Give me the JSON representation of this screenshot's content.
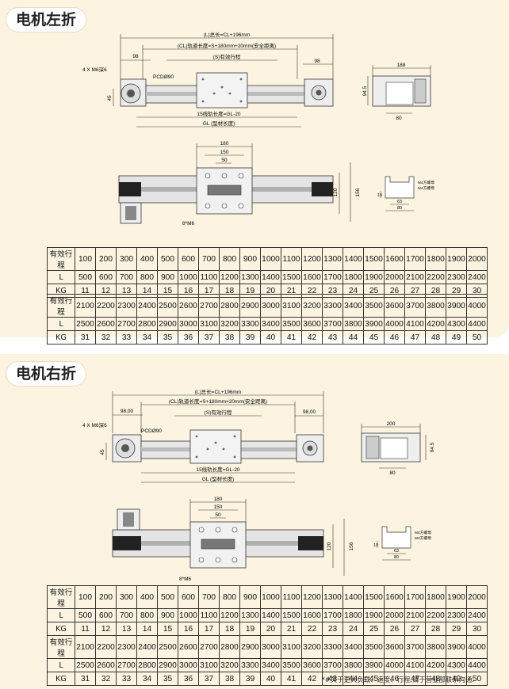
{
  "sections": [
    {
      "title": "电机左折",
      "dims": {
        "total": "(L)总长=CL+196mm",
        "rail": "(CL)轨道长度=S+180mm+20mm(安全距离)",
        "stroke": "(S)有效行程",
        "left98": "98",
        "right98": "98",
        "holes": "4 X M6深6",
        "pcd": "PCDØ90",
        "h45": "45",
        "rail15": "15线轨长度=GL-20",
        "gl": "GL (型材长度)",
        "side_w": "188",
        "side_h": "94.5",
        "side_b": "80",
        "c180": "180",
        "c150": "150",
        "c50": "50",
        "h120": "120",
        "h156": "156",
        "screw": "8*M6",
        "s63": "63",
        "s80": "80",
        "s19": "19",
        "m4a": "M4方螺母",
        "m4b": "M4方螺母"
      },
      "tables": [
        {
          "rows": [
            {
              "label": "有效行程",
              "values": [
                "100",
                "200",
                "300",
                "400",
                "500",
                "600",
                "700",
                "800",
                "900",
                "1000",
                "1100",
                "1200",
                "1300",
                "1400",
                "1500",
                "1600",
                "1700",
                "1800",
                "1900",
                "2000"
              ]
            },
            {
              "label": "L",
              "values": [
                "500",
                "600",
                "700",
                "800",
                "900",
                "1000",
                "1100",
                "1200",
                "1300",
                "1400",
                "1500",
                "1600",
                "1700",
                "1800",
                "1900",
                "2000",
                "2100",
                "2200",
                "2300",
                "2400"
              ]
            },
            {
              "label": "KG",
              "values": [
                "11",
                "12",
                "13",
                "14",
                "15",
                "16",
                "17",
                "18",
                "19",
                "20",
                "21",
                "22",
                "23",
                "24",
                "25",
                "26",
                "27",
                "28",
                "29",
                "30"
              ]
            }
          ]
        },
        {
          "rows": [
            {
              "label": "有效行程",
              "values": [
                "2100",
                "2200",
                "2300",
                "2400",
                "2500",
                "2600",
                "2700",
                "2800",
                "2900",
                "3000",
                "3100",
                "3200",
                "3300",
                "3400",
                "3500",
                "3600",
                "3700",
                "3800",
                "3900",
                "4000"
              ]
            },
            {
              "label": "L",
              "values": [
                "2500",
                "2600",
                "2700",
                "2800",
                "2900",
                "3000",
                "3100",
                "3200",
                "3300",
                "3400",
                "3500",
                "3600",
                "3700",
                "3800",
                "3900",
                "4000",
                "4100",
                "4200",
                "4300",
                "4400"
              ]
            },
            {
              "label": "KG",
              "values": [
                "31",
                "32",
                "33",
                "34",
                "35",
                "36",
                "37",
                "38",
                "39",
                "40",
                "41",
                "42",
                "43",
                "44",
                "45",
                "46",
                "47",
                "48",
                "49",
                "50"
              ]
            }
          ]
        }
      ]
    },
    {
      "title": "电机右折",
      "dims": {
        "total": "(L)总长=CL+196mm",
        "rail": "(CL)轨道长度=S+180mm+20mm(安全距离)",
        "stroke": "(S)有效行程",
        "left98": "98,00",
        "right98": "98,00",
        "holes": "4 X M6深6",
        "pcd": "PCDØ90",
        "h45": "45",
        "rail15": "15线轨长度=GL-20",
        "gl": "GL (型材长度)",
        "side_w": "200",
        "side_h": "94.5",
        "side_b": "80",
        "c180": "180",
        "c150": "150",
        "c50": "50",
        "h120": "120",
        "h156": "156",
        "screw": "8*M6",
        "s63": "63",
        "s80": "80",
        "s19": "19",
        "m4a": "M4方螺母",
        "m4b": "M4方螺母"
      },
      "tables": [
        {
          "rows": [
            {
              "label": "有效行程",
              "values": [
                "100",
                "200",
                "300",
                "400",
                "500",
                "600",
                "700",
                "800",
                "900",
                "1000",
                "1100",
                "1200",
                "1300",
                "1400",
                "1500",
                "1600",
                "1700",
                "1800",
                "1900",
                "2000"
              ]
            },
            {
              "label": "L",
              "values": [
                "500",
                "600",
                "700",
                "800",
                "900",
                "1000",
                "1100",
                "1200",
                "1300",
                "1400",
                "1500",
                "1600",
                "1700",
                "1800",
                "1900",
                "2000",
                "2100",
                "2200",
                "2300",
                "2400"
              ]
            },
            {
              "label": "KG",
              "values": [
                "11",
                "12",
                "13",
                "14",
                "15",
                "16",
                "17",
                "18",
                "19",
                "20",
                "21",
                "22",
                "23",
                "24",
                "25",
                "26",
                "27",
                "28",
                "29",
                "30"
              ]
            }
          ]
        },
        {
          "rows": [
            {
              "label": "有效行程",
              "values": [
                "2100",
                "2200",
                "2300",
                "2400",
                "2500",
                "2600",
                "2700",
                "2800",
                "2900",
                "3000",
                "3100",
                "3200",
                "3300",
                "3400",
                "3500",
                "3600",
                "3700",
                "3800",
                "3900",
                "4000"
              ]
            },
            {
              "label": "L",
              "values": [
                "2500",
                "2600",
                "2700",
                "2800",
                "2900",
                "3000",
                "3100",
                "3200",
                "3300",
                "3400",
                "3500",
                "3600",
                "3700",
                "3800",
                "3900",
                "4000",
                "4100",
                "4200",
                "4300",
                "4400"
              ]
            },
            {
              "label": "KG",
              "values": [
                "31",
                "32",
                "33",
                "34",
                "35",
                "36",
                "37",
                "38",
                "39",
                "40",
                "41",
                "42",
                "43",
                "44",
                "45",
                "46",
                "47",
                "48",
                "49",
                "50"
              ]
            }
          ]
        }
      ],
      "note": "*#关于更大负载、速度、行程,请于营业部联系沟通."
    }
  ]
}
